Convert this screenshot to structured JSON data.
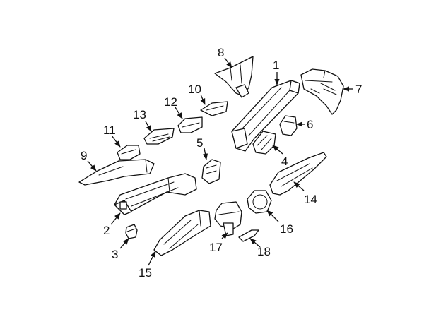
{
  "diagram": {
    "callouts": [
      {
        "id": "1",
        "text": "1"
      },
      {
        "id": "2",
        "text": "2"
      },
      {
        "id": "3",
        "text": "3"
      },
      {
        "id": "4",
        "text": "4"
      },
      {
        "id": "5",
        "text": "5"
      },
      {
        "id": "6",
        "text": "6"
      },
      {
        "id": "7",
        "text": "7"
      },
      {
        "id": "8",
        "text": "8"
      },
      {
        "id": "9",
        "text": "9"
      },
      {
        "id": "10",
        "text": "10"
      },
      {
        "id": "11",
        "text": "11"
      },
      {
        "id": "12",
        "text": "12"
      },
      {
        "id": "13",
        "text": "13"
      },
      {
        "id": "14",
        "text": "14"
      },
      {
        "id": "15",
        "text": "15"
      },
      {
        "id": "16",
        "text": "16"
      },
      {
        "id": "17",
        "text": "17"
      },
      {
        "id": "18",
        "text": "18"
      }
    ],
    "colors": {
      "line": "#111111",
      "background": "#ffffff"
    }
  }
}
